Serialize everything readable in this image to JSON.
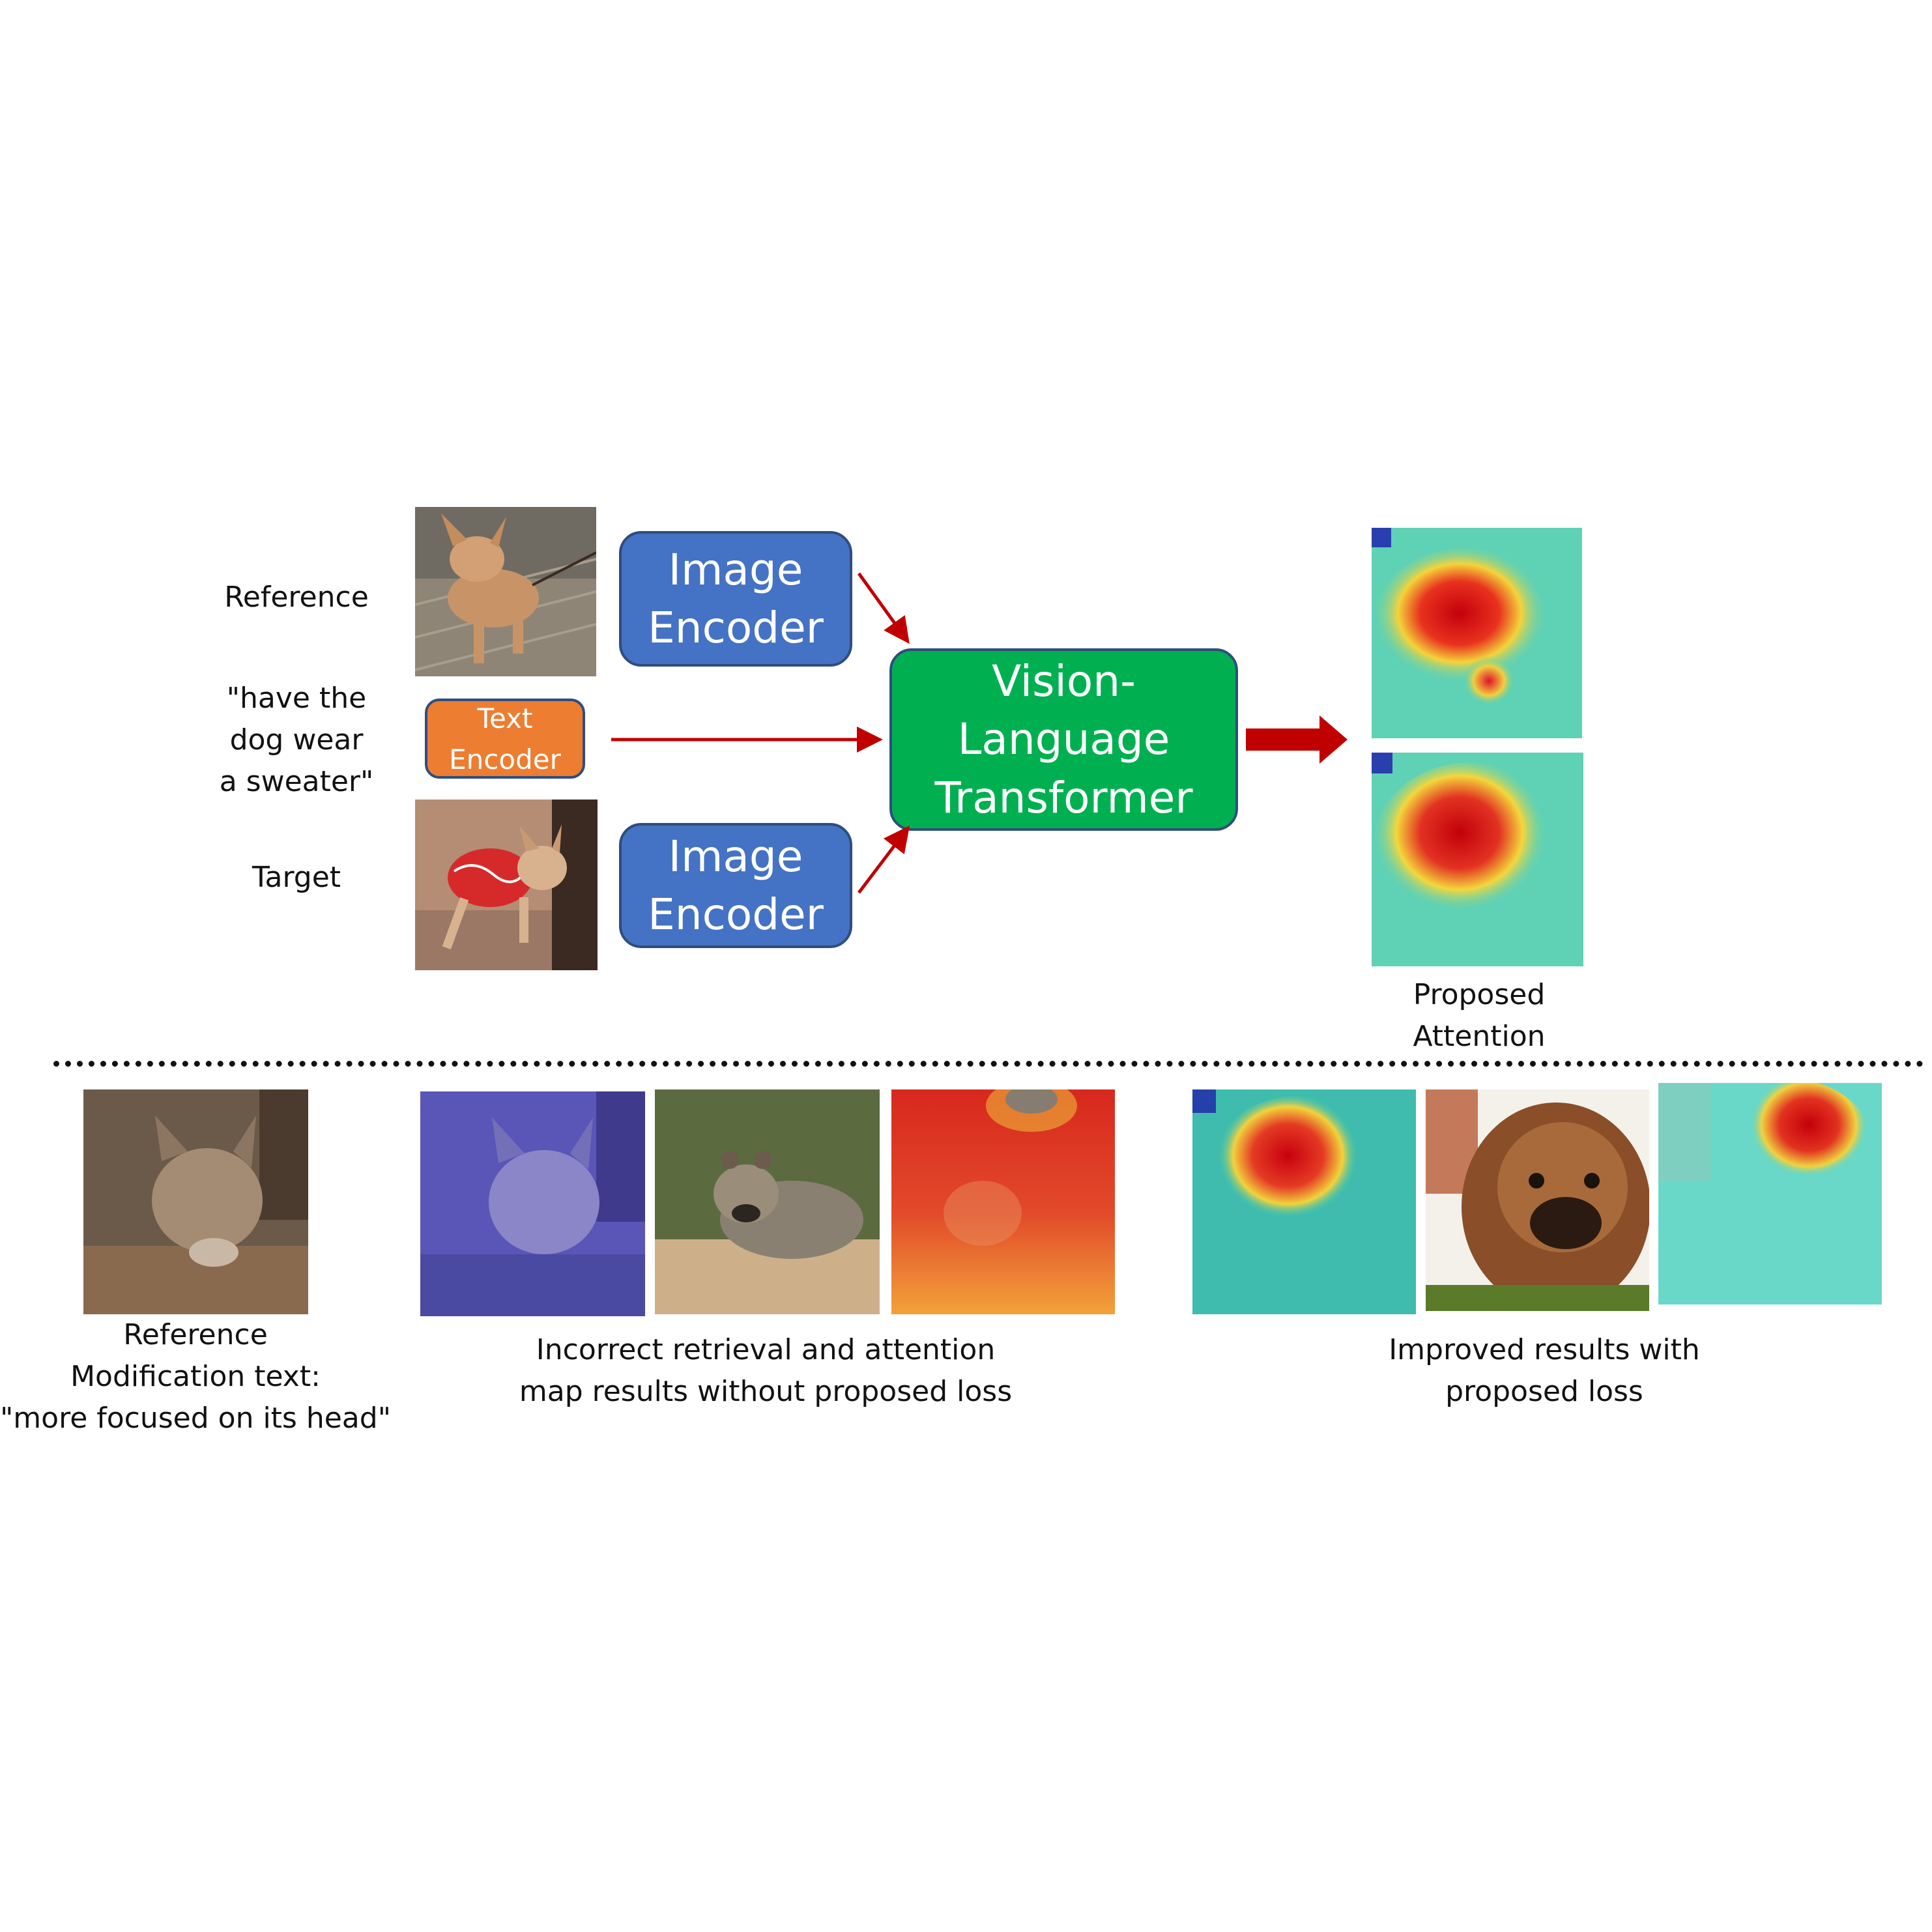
{
  "top": {
    "row_labels": {
      "reference": "Reference",
      "modification": [
        "\"have the",
        "dog wear",
        "a sweater\""
      ],
      "target": "Target"
    },
    "image_encoder_top": [
      "Image",
      "Encoder"
    ],
    "text_encoder": [
      "Text",
      "Encoder"
    ],
    "image_encoder_bottom": [
      "Image",
      "Encoder"
    ],
    "transformer": [
      "Vision-",
      "Language",
      "Transformer"
    ],
    "attention_caption": [
      "Proposed",
      "Attention"
    ]
  },
  "bottom": {
    "reference_caption": [
      "Reference",
      "Modification text:",
      "\"more focused on its head\""
    ],
    "incorrect_caption": [
      "Incorrect retrieval and attention",
      "map results without proposed loss"
    ],
    "improved_caption": [
      "Improved results with",
      "proposed loss"
    ]
  },
  "colors": {
    "image_encoder": "#4472c4",
    "text_encoder": "#ed7d31",
    "transformer": "#00b050",
    "arrow": "#c00000"
  }
}
